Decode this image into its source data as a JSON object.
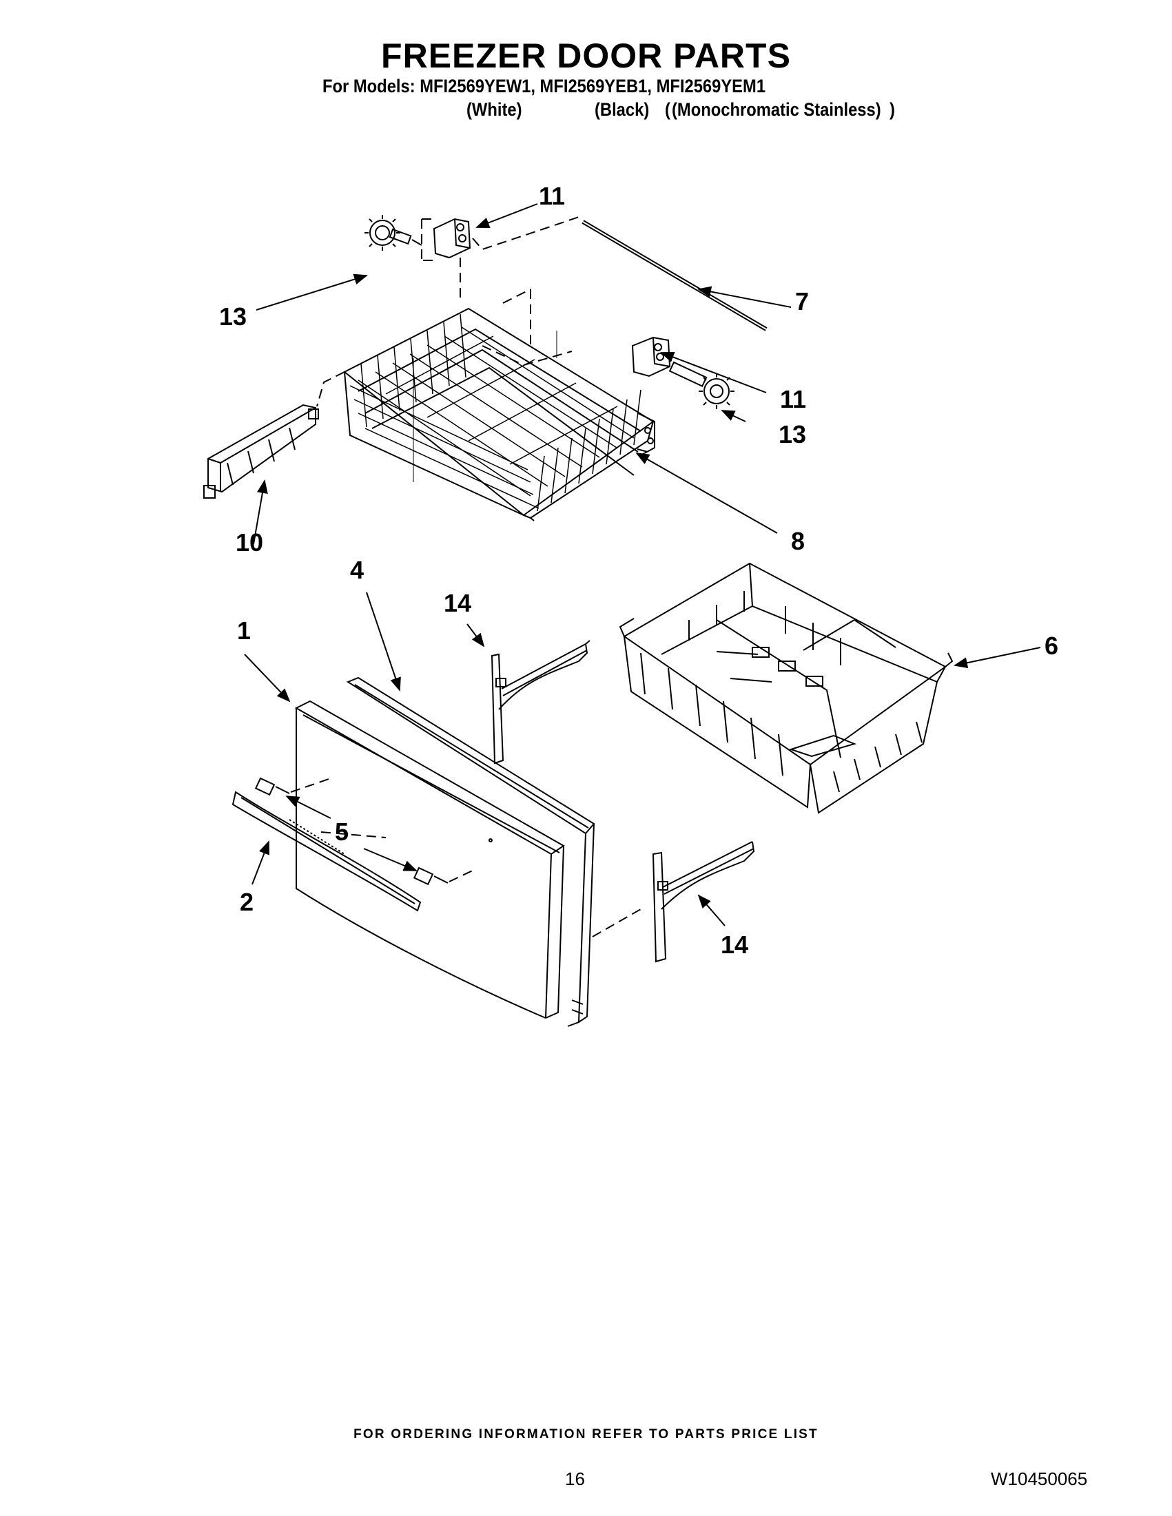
{
  "header": {
    "title": "FREEZER DOOR PARTS",
    "models_line": "For Models: MFI2569YEW1, MFI2569YEB1, MFI2569YEM1",
    "variant_white": "(White)",
    "variant_black": "(Black)",
    "variant_stainless": "(Monochromatic Stainless)",
    "variant_close": ")"
  },
  "callouts": {
    "c1": "1",
    "c2": "2",
    "c4": "4",
    "c5": "5",
    "c6": "6",
    "c7": "7",
    "c8": "8",
    "c10": "10",
    "c11a": "11",
    "c11b": "11",
    "c13a": "13",
    "c13b": "13",
    "c14a": "14",
    "c14b": "14"
  },
  "footer": {
    "ordering_note": "FOR ORDERING INFORMATION REFER TO PARTS PRICE LIST",
    "page_number": "16",
    "document_number": "W10450065"
  }
}
